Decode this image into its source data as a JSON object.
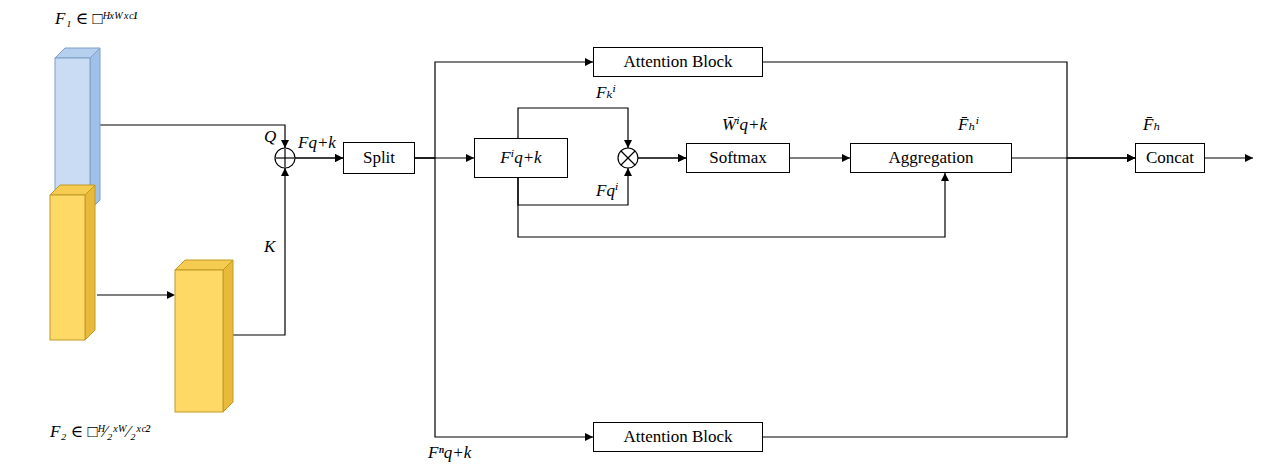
{
  "diagram": {
    "nodes": [
      {
        "text": [
          "F₁ ∈ □ᴴˣᵂˣᶜ¹"
        ]
      },
      {
        "text": [
          "F₂ ∈ □ᴴ⁄₂ˣᵂ⁄₂ˣᶜ²"
        ]
      },
      {
        "text": [
          "Split"
        ]
      },
      {
        "text": [
          "Attention Block"
        ]
      },
      {
        "text": [
          "Fⁱq+k"
        ]
      },
      {
        "text": [
          "Softmax"
        ]
      },
      {
        "text": [
          "Aggregation"
        ]
      },
      {
        "text": [
          "Attention Block"
        ]
      },
      {
        "text": [
          "Concat"
        ]
      }
    ],
    "edges": [
      {
        "from": 0,
        "to": 2,
        "label": "Q",
        "arrow": "to"
      },
      {
        "from": 1,
        "to": 2,
        "label": "K",
        "arrow": "to"
      },
      {
        "from": 2,
        "to": 3,
        "arrow": "to"
      },
      {
        "from": 2,
        "to": 4,
        "arrow": "to"
      },
      {
        "from": 2,
        "to": 7,
        "arrow": "to"
      },
      {
        "from": 4,
        "to": 5,
        "label": "Fₖⁱ",
        "arrow": "to"
      },
      {
        "from": 4,
        "to": 5,
        "label": "Fqⁱ",
        "arrow": "to"
      },
      {
        "from": 4,
        "to": 6,
        "arrow": "to"
      },
      {
        "from": 5,
        "to": 6,
        "arrow": "to"
      },
      {
        "from": 3,
        "to": 8,
        "arrow": "to"
      },
      {
        "from": 6,
        "to": 8,
        "arrow": "to"
      },
      {
        "from": 7,
        "to": 8,
        "arrow": "to"
      }
    ],
    "labels": [
      "Fq+k",
      "W̄ⁱq+k",
      "F̄ₕⁱ",
      "F̄ₕ",
      "Fⁿq+k"
    ]
  }
}
